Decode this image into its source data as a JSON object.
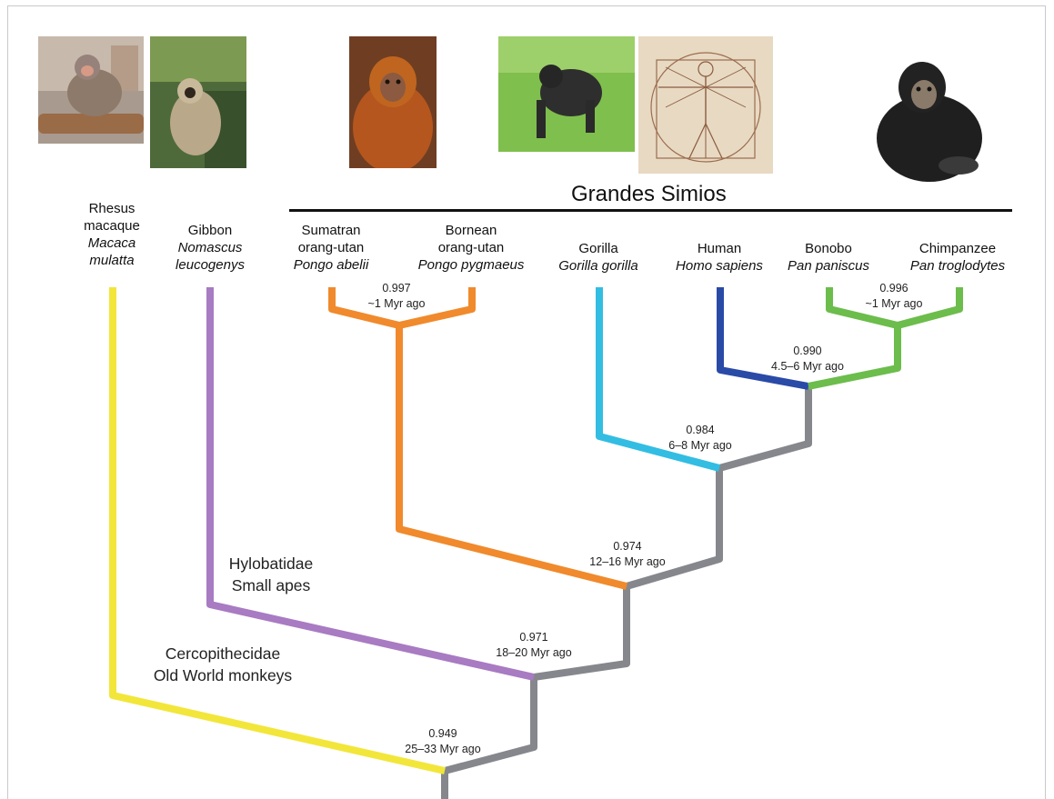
{
  "title": "Grandes Simios",
  "taxa": [
    {
      "id": "rhesus",
      "common": [
        "Rhesus",
        "macaque"
      ],
      "scientific": [
        "Macaca",
        "mulatta"
      ]
    },
    {
      "id": "gibbon",
      "common": [
        "Gibbon"
      ],
      "scientific": [
        "Nomascus",
        "leucogenys"
      ]
    },
    {
      "id": "sumatran",
      "common": [
        "Sumatran",
        "orang-utan"
      ],
      "scientific": [
        "Pongo abelii"
      ]
    },
    {
      "id": "bornean",
      "common": [
        "Bornean",
        "orang-utan"
      ],
      "scientific": [
        "Pongo pygmaeus"
      ]
    },
    {
      "id": "gorilla",
      "common": [
        "Gorilla"
      ],
      "scientific": [
        "Gorilla gorilla"
      ]
    },
    {
      "id": "human",
      "common": [
        "Human"
      ],
      "scientific": [
        "Homo sapiens"
      ]
    },
    {
      "id": "bonobo",
      "common": [
        "Bonobo"
      ],
      "scientific": [
        "Pan paniscus"
      ]
    },
    {
      "id": "chimpanzee",
      "common": [
        "Chimpanzee"
      ],
      "scientific": [
        "Pan troglodytes"
      ]
    }
  ],
  "nodes": [
    {
      "id": "orangutan-split",
      "support": "0.997",
      "age": "~1 Myr ago"
    },
    {
      "id": "pan-split",
      "support": "0.996",
      "age": "~1 Myr ago"
    },
    {
      "id": "human-pan",
      "support": "0.990",
      "age": "4.5–6 Myr ago"
    },
    {
      "id": "gorilla-split",
      "support": "0.984",
      "age": "6–8 Myr ago"
    },
    {
      "id": "orangutan-great",
      "support": "0.974",
      "age": "12–16 Myr ago"
    },
    {
      "id": "gibbon-split",
      "support": "0.971",
      "age": "18–20 Myr ago"
    },
    {
      "id": "root",
      "support": "0.949",
      "age": "25–33 Myr ago"
    }
  ],
  "groups": [
    {
      "id": "hylobatidae",
      "lines": [
        "Hylobatidae",
        "Small apes"
      ]
    },
    {
      "id": "cercopithecidae",
      "lines": [
        "Cercopithecidae",
        "Old World monkeys"
      ]
    }
  ],
  "colors": {
    "rhesus": "#f2e63a",
    "gibbon": "#a87bc2",
    "orangutan": "#f08a2c",
    "gorilla": "#33bde3",
    "human": "#2a4aa8",
    "pan": "#6cbd4c",
    "internal": "#85878c"
  },
  "photos": [
    {
      "id": "rhesus-photo",
      "icon": "macaque-photo"
    },
    {
      "id": "gibbon-photo",
      "icon": "gibbon-photo"
    },
    {
      "id": "orangutan-photo",
      "icon": "orangutan-photo"
    },
    {
      "id": "gorilla-photo",
      "icon": "gorilla-photo"
    },
    {
      "id": "vitruvian-photo",
      "icon": "vitruvian-man-drawing"
    },
    {
      "id": "chimpanzee-photo",
      "icon": "chimpanzee-photo"
    }
  ]
}
